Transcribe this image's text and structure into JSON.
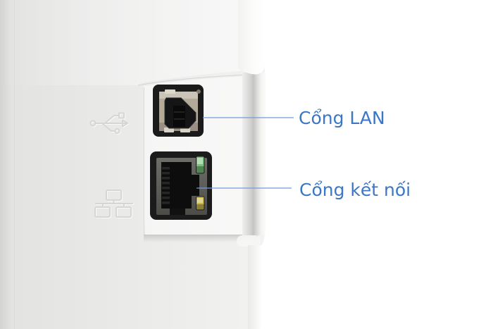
{
  "figure": {
    "description": "Close-up product photo of a white printer side panel showing a USB-B port and an Ethernet port with blue callout annotations"
  },
  "callouts": [
    {
      "label": "Cổng LAN",
      "target_port": "usb-b-port"
    },
    {
      "label": "Cổng kết nối",
      "target_port": "ethernet-port"
    }
  ],
  "ports": [
    {
      "name": "usb-b-port",
      "leds": []
    },
    {
      "name": "ethernet-port",
      "leds": [
        "green",
        "amber"
      ]
    }
  ],
  "icons": [
    {
      "name": "usb-trident-icon"
    },
    {
      "name": "network-lan-icon"
    }
  ],
  "colors": {
    "background": "#ffffff",
    "body_white": "#eaeae9",
    "accent_text": "#3b77c5",
    "callout_line": "#6f9cd9",
    "port_bezel_black": "#1b1b1b",
    "usb_metal": "#b4aa9a",
    "led_green": "#74c178",
    "led_amber": "#c9b74e"
  }
}
